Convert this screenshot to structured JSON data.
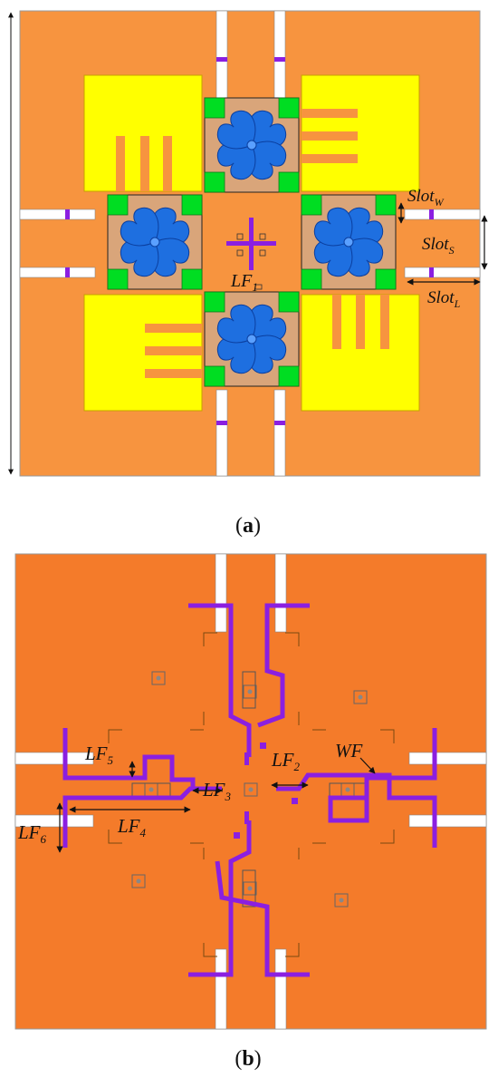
{
  "figure_a": {
    "caption_open": "(",
    "caption_letter": "a",
    "caption_close": ")",
    "labels": {
      "lf1": {
        "main": "LF",
        "sub": "1"
      },
      "slot_w": {
        "main": "Slot",
        "sub": "W"
      },
      "slot_s": {
        "main": "Slot",
        "sub": "S"
      },
      "slot_l": {
        "main": "Slot",
        "sub": "L"
      }
    }
  },
  "figure_b": {
    "caption_open": "(",
    "caption_letter": "b",
    "caption_close": ")",
    "labels": {
      "lf2": {
        "main": "LF",
        "sub": "2"
      },
      "lf3": {
        "main": "LF",
        "sub": "3"
      },
      "lf4": {
        "main": "LF",
        "sub": "4"
      },
      "lf5": {
        "main": "LF",
        "sub": "5"
      },
      "lf6": {
        "main": "LF",
        "sub": "6"
      },
      "wf": {
        "main": "WF",
        "sub": ""
      }
    }
  },
  "colors": {
    "substrate": "#F7943F",
    "substrate_back": "#F47B2A",
    "patch": "#FFFF00",
    "pad": "#00DD22",
    "petal": "#1E6FE0",
    "petal_edge": "#0B3F9F",
    "feed": "#8B1FE0",
    "tan": "#D9A57A",
    "outline": "#222222"
  }
}
